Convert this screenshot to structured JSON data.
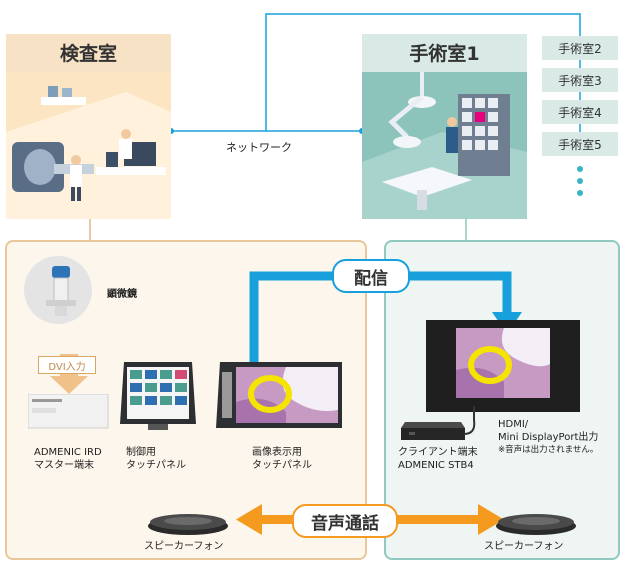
{
  "top": {
    "exam_room": "検査室",
    "surgery_room": "手術室1",
    "network": "ネットワーク",
    "other_rooms": [
      "手術室2",
      "手術室3",
      "手術室4",
      "手術室5"
    ]
  },
  "exam_side": {
    "microscope": "顕微鏡",
    "dvi": "DVI入力",
    "master_line1": "ADMENIC IRD",
    "master_line2": "マスター端末",
    "control_line1": "制御用",
    "control_line2": "タッチパネル",
    "display_line1": "画像表示用",
    "display_line2": "タッチパネル",
    "speaker": "スピーカーフォン"
  },
  "surgery_side": {
    "client_line1": "クライアント端末",
    "client_line2": "ADMENIC STB4",
    "hdmi_line1": "HDMI/",
    "hdmi_line2": "Mini DisplayPort出力",
    "hdmi_note": "※音声は出力されません。",
    "speaker": "スピーカーフォン"
  },
  "labels": {
    "distribution": "配信",
    "voice_call": "音声通話"
  },
  "colors": {
    "network_line": "#18a0dc",
    "exam_panel_border": "#e8c89a",
    "exam_panel_bg": "#fdf6ec",
    "surgery_panel_border": "#8fc9c0",
    "surgery_panel_bg": "#eef5f3",
    "voice_arrow": "#f39a1f",
    "highlight": "#f5e400"
  }
}
